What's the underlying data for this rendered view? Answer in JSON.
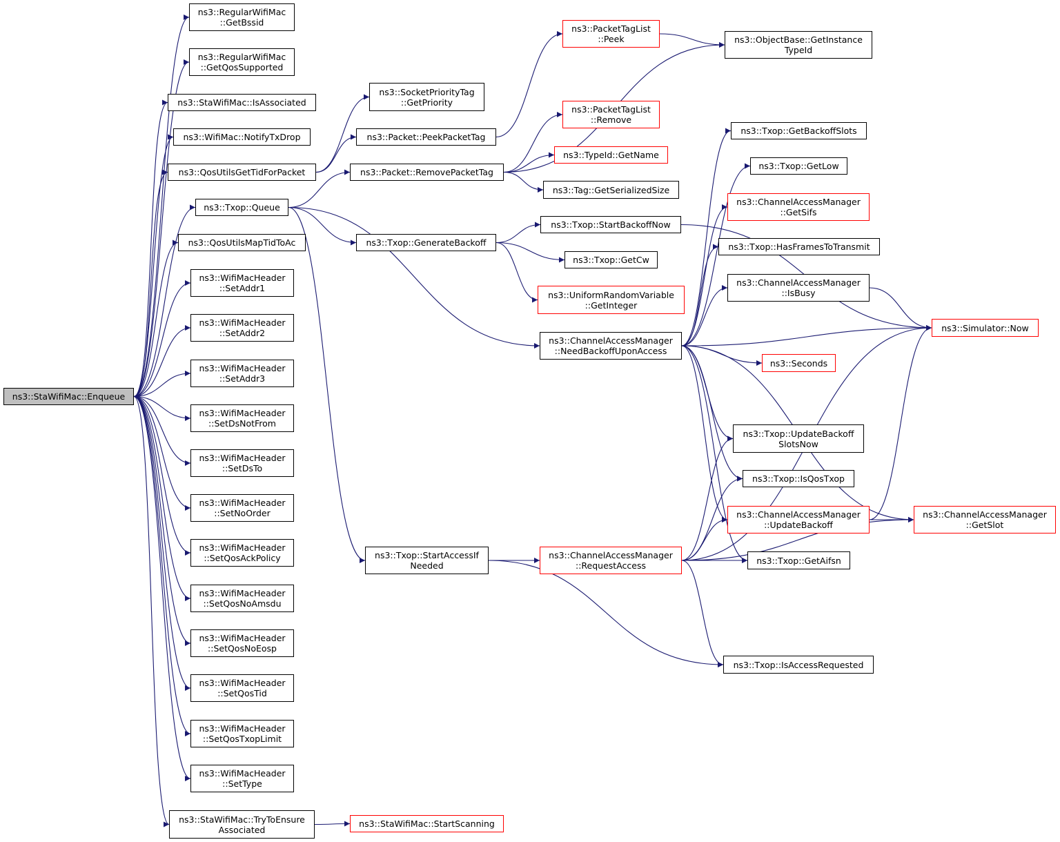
{
  "colors": {
    "edge": "#191970",
    "node_border": "#000000",
    "truncated_border": "#ff0000",
    "root_fill": "#bfbfbf"
  },
  "nodes": {
    "enqueue": {
      "lines": [
        "ns3::StaWifiMac::Enqueue"
      ],
      "style": "root"
    },
    "getbssid": {
      "lines": [
        "ns3::RegularWifiMac",
        "::GetBssid"
      ]
    },
    "getqossupported": {
      "lines": [
        "ns3::RegularWifiMac",
        "::GetQosSupported"
      ]
    },
    "isassociated": {
      "lines": [
        "ns3::StaWifiMac::IsAssociated"
      ]
    },
    "notifytxdrop": {
      "lines": [
        "ns3::WifiMac::NotifyTxDrop"
      ]
    },
    "qosutilsgettid": {
      "lines": [
        "ns3::QosUtilsGetTidForPacket"
      ]
    },
    "txopqueue": {
      "lines": [
        "ns3::Txop::Queue"
      ]
    },
    "qosutilsmaptid": {
      "lines": [
        "ns3::QosUtilsMapTidToAc"
      ]
    },
    "setaddr1": {
      "lines": [
        "ns3::WifiMacHeader",
        "::SetAddr1"
      ]
    },
    "setaddr2": {
      "lines": [
        "ns3::WifiMacHeader",
        "::SetAddr2"
      ]
    },
    "setaddr3": {
      "lines": [
        "ns3::WifiMacHeader",
        "::SetAddr3"
      ]
    },
    "setdsnotfrom": {
      "lines": [
        "ns3::WifiMacHeader",
        "::SetDsNotFrom"
      ]
    },
    "setdsto": {
      "lines": [
        "ns3::WifiMacHeader",
        "::SetDsTo"
      ]
    },
    "setnoorder": {
      "lines": [
        "ns3::WifiMacHeader",
        "::SetNoOrder"
      ]
    },
    "setqosackpolicy": {
      "lines": [
        "ns3::WifiMacHeader",
        "::SetQosAckPolicy"
      ]
    },
    "setqosnoamsdu": {
      "lines": [
        "ns3::WifiMacHeader",
        "::SetQosNoAmsdu"
      ]
    },
    "setqosnoeosp": {
      "lines": [
        "ns3::WifiMacHeader",
        "::SetQosNoEosp"
      ]
    },
    "setqostid": {
      "lines": [
        "ns3::WifiMacHeader",
        "::SetQosTid"
      ]
    },
    "setqostxoplimit": {
      "lines": [
        "ns3::WifiMacHeader",
        "::SetQosTxopLimit"
      ]
    },
    "settype": {
      "lines": [
        "ns3::WifiMacHeader",
        "::SetType"
      ]
    },
    "trytoensure": {
      "lines": [
        "ns3::StaWifiMac::TryToEnsure",
        "Associated"
      ]
    },
    "startscanning": {
      "lines": [
        "ns3::StaWifiMac::StartScanning"
      ],
      "style": "truncated"
    },
    "socketprioritytag": {
      "lines": [
        "ns3::SocketPriorityTag",
        "::GetPriority"
      ]
    },
    "peekpackettag": {
      "lines": [
        "ns3::Packet::PeekPacketTag"
      ]
    },
    "removepackettag": {
      "lines": [
        "ns3::Packet::RemovePacketTag"
      ]
    },
    "generatebackoff": {
      "lines": [
        "ns3::Txop::GenerateBackoff"
      ]
    },
    "startaccessifneeded": {
      "lines": [
        "ns3::Txop::StartAccessIf",
        "Needed"
      ]
    },
    "packettaglistpeek": {
      "lines": [
        "ns3::PacketTagList",
        "::Peek"
      ],
      "style": "truncated"
    },
    "packettaglistremove": {
      "lines": [
        "ns3::PacketTagList",
        "::Remove"
      ],
      "style": "truncated"
    },
    "typeidgetname": {
      "lines": [
        "ns3::TypeId::GetName"
      ],
      "style": "truncated"
    },
    "taggetserializedsize": {
      "lines": [
        "ns3::Tag::GetSerializedSize"
      ]
    },
    "startbackoffnow": {
      "lines": [
        "ns3::Txop::StartBackoffNow"
      ]
    },
    "getcw": {
      "lines": [
        "ns3::Txop::GetCw"
      ]
    },
    "uniformrandom": {
      "lines": [
        "ns3::UniformRandomVariable",
        "::GetInteger"
      ],
      "style": "truncated"
    },
    "needbackoff": {
      "lines": [
        "ns3::ChannelAccessManager",
        "::NeedBackoffUponAccess"
      ]
    },
    "requestaccess": {
      "lines": [
        "ns3::ChannelAccessManager",
        "::RequestAccess"
      ],
      "style": "truncated"
    },
    "getinstancetypeid": {
      "lines": [
        "ns3::ObjectBase::GetInstance",
        "TypeId"
      ]
    },
    "getbackoffslots": {
      "lines": [
        "ns3::Txop::GetBackoffSlots"
      ]
    },
    "getlow": {
      "lines": [
        "ns3::Txop::GetLow"
      ]
    },
    "getsifs": {
      "lines": [
        "ns3::ChannelAccessManager",
        "::GetSifs"
      ],
      "style": "truncated"
    },
    "hasframes": {
      "lines": [
        "ns3::Txop::HasFramesToTransmit"
      ]
    },
    "isbusy": {
      "lines": [
        "ns3::ChannelAccessManager",
        "::IsBusy"
      ]
    },
    "simnow": {
      "lines": [
        "ns3::Simulator::Now"
      ],
      "style": "truncated"
    },
    "seconds": {
      "lines": [
        "ns3::Seconds"
      ],
      "style": "truncated"
    },
    "updatebackoffslotsnow": {
      "lines": [
        "ns3::Txop::UpdateBackoff",
        "SlotsNow"
      ]
    },
    "isqostxop": {
      "lines": [
        "ns3::Txop::IsQosTxop"
      ]
    },
    "updatebackoff": {
      "lines": [
        "ns3::ChannelAccessManager",
        "::UpdateBackoff"
      ],
      "style": "truncated"
    },
    "getslot": {
      "lines": [
        "ns3::ChannelAccessManager",
        "::GetSlot"
      ],
      "style": "truncated"
    },
    "getaifsn": {
      "lines": [
        "ns3::Txop::GetAifsn"
      ]
    },
    "isaccessrequested": {
      "lines": [
        "ns3::Txop::IsAccessRequested"
      ]
    }
  },
  "edges": [
    [
      "enqueue",
      "getbssid"
    ],
    [
      "enqueue",
      "getqossupported"
    ],
    [
      "enqueue",
      "isassociated"
    ],
    [
      "enqueue",
      "notifytxdrop"
    ],
    [
      "enqueue",
      "qosutilsgettid"
    ],
    [
      "enqueue",
      "txopqueue"
    ],
    [
      "enqueue",
      "qosutilsmaptid"
    ],
    [
      "enqueue",
      "setaddr1"
    ],
    [
      "enqueue",
      "setaddr2"
    ],
    [
      "enqueue",
      "setaddr3"
    ],
    [
      "enqueue",
      "setdsnotfrom"
    ],
    [
      "enqueue",
      "setdsto"
    ],
    [
      "enqueue",
      "setnoorder"
    ],
    [
      "enqueue",
      "setqosackpolicy"
    ],
    [
      "enqueue",
      "setqosnoamsdu"
    ],
    [
      "enqueue",
      "setqosnoeosp"
    ],
    [
      "enqueue",
      "setqostid"
    ],
    [
      "enqueue",
      "setqostxoplimit"
    ],
    [
      "enqueue",
      "settype"
    ],
    [
      "enqueue",
      "trytoensure"
    ],
    [
      "trytoensure",
      "startscanning"
    ],
    [
      "qosutilsgettid",
      "socketprioritytag"
    ],
    [
      "qosutilsgettid",
      "peekpackettag"
    ],
    [
      "txopqueue",
      "removepackettag"
    ],
    [
      "txopqueue",
      "generatebackoff"
    ],
    [
      "txopqueue",
      "needbackoff"
    ],
    [
      "txopqueue",
      "startaccessifneeded"
    ],
    [
      "peekpackettag",
      "packettaglistpeek"
    ],
    [
      "packettaglistpeek",
      "getinstancetypeid"
    ],
    [
      "removepackettag",
      "getinstancetypeid"
    ],
    [
      "removepackettag",
      "packettaglistremove"
    ],
    [
      "removepackettag",
      "typeidgetname"
    ],
    [
      "removepackettag",
      "taggetserializedsize"
    ],
    [
      "generatebackoff",
      "startbackoffnow"
    ],
    [
      "generatebackoff",
      "getcw"
    ],
    [
      "generatebackoff",
      "uniformrandom"
    ],
    [
      "startbackoffnow",
      "simnow"
    ],
    [
      "startaccessifneeded",
      "requestaccess"
    ],
    [
      "startaccessifneeded",
      "isaccessrequested"
    ],
    [
      "needbackoff",
      "getbackoffslots"
    ],
    [
      "needbackoff",
      "getlow"
    ],
    [
      "needbackoff",
      "getsifs"
    ],
    [
      "needbackoff",
      "hasframes"
    ],
    [
      "needbackoff",
      "isbusy"
    ],
    [
      "needbackoff",
      "simnow"
    ],
    [
      "needbackoff",
      "seconds"
    ],
    [
      "needbackoff",
      "updatebackoffslotsnow"
    ],
    [
      "needbackoff",
      "isqostxop"
    ],
    [
      "needbackoff",
      "updatebackoff"
    ],
    [
      "needbackoff",
      "getslot"
    ],
    [
      "needbackoff",
      "getaifsn"
    ],
    [
      "isbusy",
      "simnow"
    ],
    [
      "requestaccess",
      "updatebackoffslotsnow"
    ],
    [
      "requestaccess",
      "isqostxop"
    ],
    [
      "requestaccess",
      "updatebackoff"
    ],
    [
      "requestaccess",
      "getaifsn"
    ],
    [
      "requestaccess",
      "simnow"
    ],
    [
      "requestaccess",
      "getslot"
    ],
    [
      "requestaccess",
      "isaccessrequested"
    ],
    [
      "updatebackoff",
      "simnow"
    ],
    [
      "updatebackoff",
      "getslot"
    ]
  ]
}
